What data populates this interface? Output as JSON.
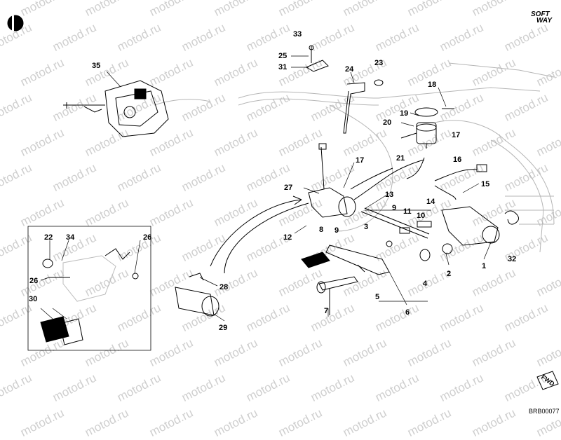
{
  "diagram": {
    "watermark_text": "motod.ru",
    "brand": {
      "line1": "SOFT",
      "line2": "WAY"
    },
    "drawing_code": "BRB00077",
    "fwd_label": "FWD",
    "callouts": [
      "33",
      "25",
      "31",
      "23",
      "24",
      "35",
      "18",
      "19",
      "20",
      "17",
      "21",
      "16",
      "17",
      "27",
      "13",
      "15",
      "9",
      "11",
      "10",
      "14",
      "12",
      "3",
      "8",
      "9",
      "1",
      "32",
      "22",
      "34",
      "26",
      "26",
      "2",
      "28",
      "4",
      "7",
      "5",
      "6",
      "29",
      "30"
    ]
  }
}
